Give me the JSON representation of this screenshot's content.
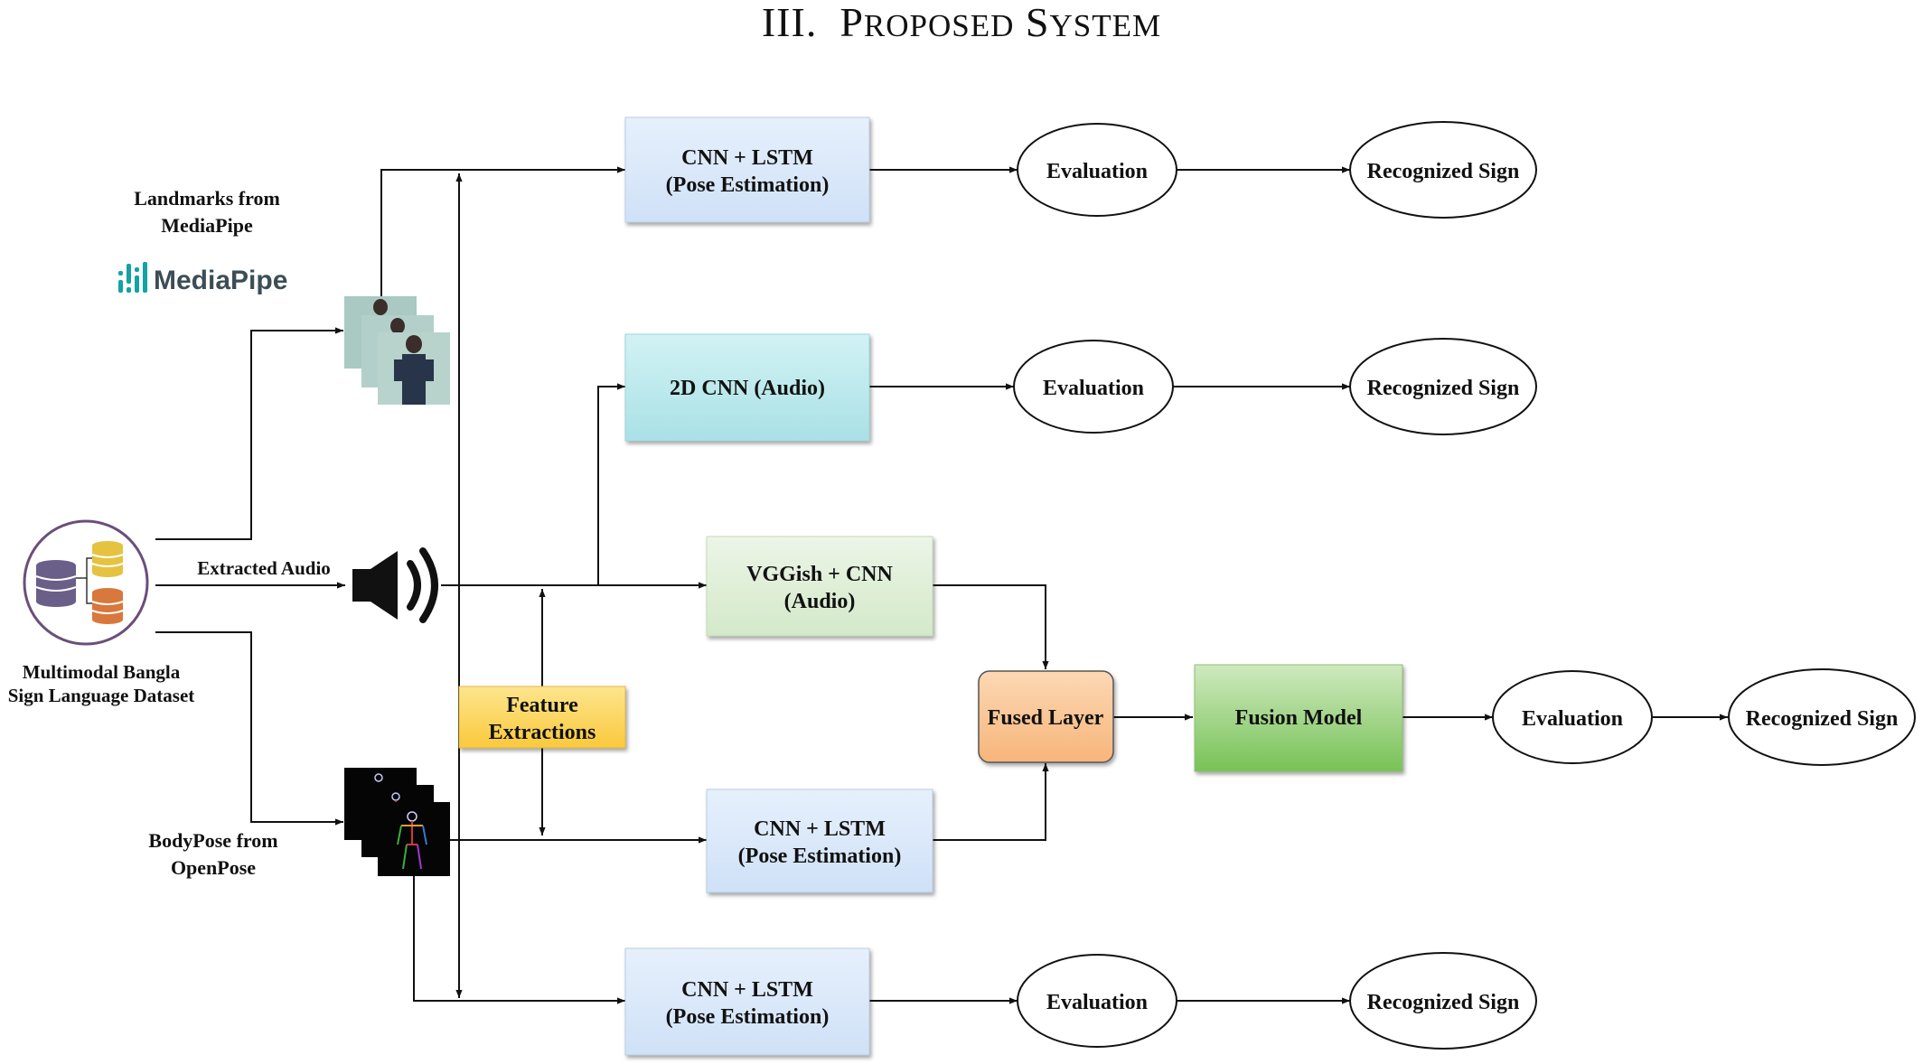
{
  "heading": {
    "numeral": "III.",
    "words": [
      "PROPOSED",
      "SYSTEM"
    ]
  },
  "labels": {
    "landmarks_line1": "Landmarks from",
    "landmarks_line2": "MediaPipe",
    "mediapipe_logo": "MediaPipe",
    "extracted_audio": "Extracted Audio",
    "dataset_line1": "Multimodal Bangla",
    "dataset_line2": "Sign Language Dataset",
    "bodypose_line1": "BodyPose from",
    "bodypose_line2": "OpenPose"
  },
  "nodes": {
    "cnn_lstm_top": {
      "line1": "CNN + LSTM",
      "line2": "(Pose Estimation)"
    },
    "cnn_2d_audio": {
      "line1": "2D CNN  (Audio)"
    },
    "vggish_cnn": {
      "line1": "VGGish + CNN",
      "line2": "(Audio)"
    },
    "feature_extractions": {
      "line1": "Feature",
      "line2": "Extractions"
    },
    "fused_layer": {
      "line1": "Fused Layer"
    },
    "fusion_model": {
      "line1": "Fusion Model"
    },
    "cnn_lstm_mid": {
      "line1": "CNN + LSTM",
      "line2": "(Pose Estimation)"
    },
    "cnn_lstm_bottom": {
      "line1": "CNN + LSTM",
      "line2": "(Pose Estimation)"
    },
    "evaluation": "Evaluation",
    "recognized_sign": "Recognized Sign"
  },
  "colors": {
    "blue_box": "#d6e6f9",
    "teal_box": "#c2ecef",
    "green_box": "#e2f0dc",
    "yellow_box": "#fcd758",
    "orange_box": "#f9c89a",
    "fusion_green": "#8ccc6c",
    "dataset_circle": "#6b4e7a",
    "db_purple": "#6a5f88",
    "db_yellow": "#e5c340",
    "db_orange": "#d9783c",
    "mediapipe_teal": "#12a3a3"
  },
  "icons": [
    "database-stack-icon",
    "speaker-icon",
    "mediapipe-logo-icon"
  ]
}
